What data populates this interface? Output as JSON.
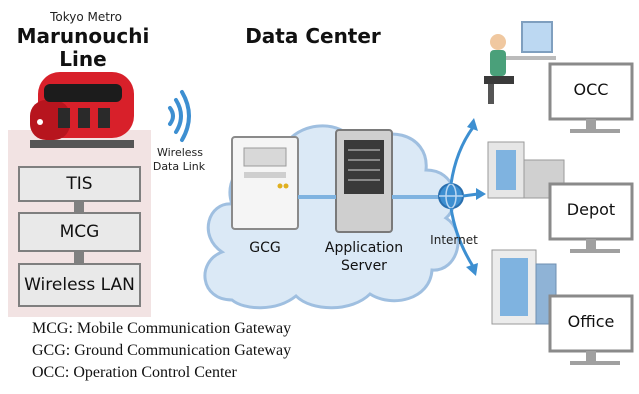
{
  "train": {
    "operator": "Tokyo Metro",
    "line_name_1": "Marunouchi",
    "line_name_2": "Line"
  },
  "wireless_link_label_1": "Wireless",
  "wireless_link_label_2": "Data Link",
  "onboard_boxes": [
    "TIS",
    "MCG",
    "Wireless LAN"
  ],
  "data_center": {
    "title": "Data Center",
    "gcg_label": "GCG",
    "app_server_label_1": "Application",
    "app_server_label_2": "Server"
  },
  "internet_label": "Internet",
  "endpoints": [
    "OCC",
    "Depot",
    "Office"
  ],
  "legend": [
    "MCG: Mobile Communication Gateway",
    "GCG: Ground Communication Gateway",
    "OCC: Operation Control Center"
  ],
  "colors": {
    "cloud_fill": "#dbe9f6",
    "cloud_stroke": "#9fbfe0",
    "accent_blue": "#3d8fd1",
    "train_red": "#d8202a",
    "panel_bg": "#f2e3e3",
    "box_fill": "#e9e9e9"
  }
}
